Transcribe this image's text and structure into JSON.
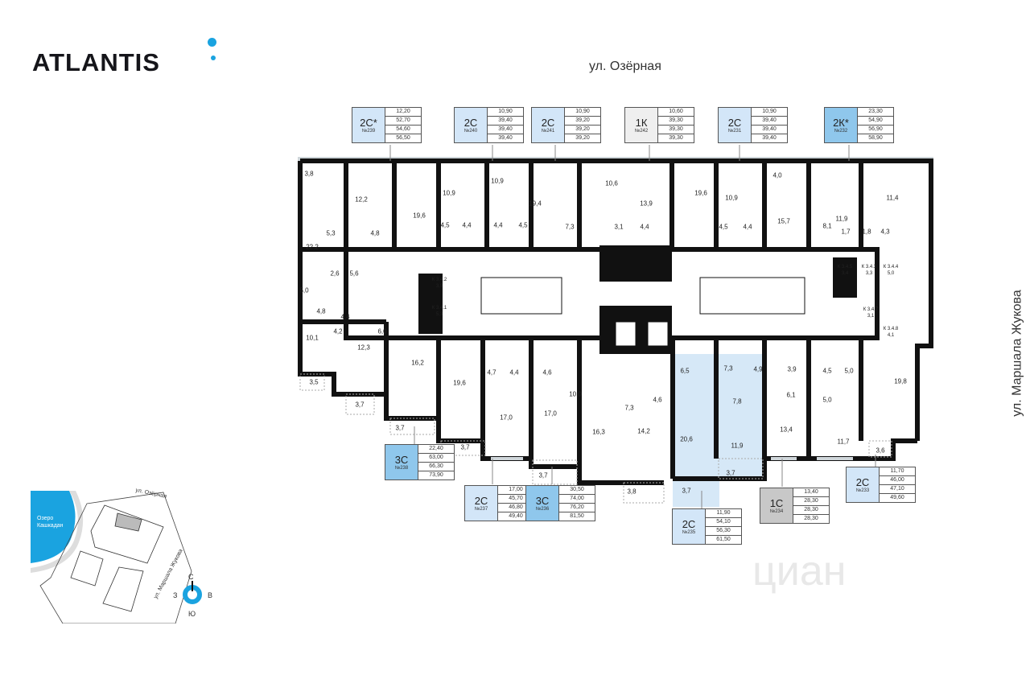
{
  "brand": {
    "logo": "ATLANTIS"
  },
  "streets": {
    "top": "ул. Озёрная",
    "right": "ул. Маршала Жукова"
  },
  "apartments": [
    {
      "type": "2С*",
      "number": "№239",
      "values": [
        "12,20",
        "52,70",
        "54,60",
        "56,50"
      ],
      "color": "#d3e6f8"
    },
    {
      "type": "2С",
      "number": "№240",
      "values": [
        "10,90",
        "39,40",
        "39,40",
        "39,40"
      ],
      "color": "#d3e6f8"
    },
    {
      "type": "2С",
      "number": "№241",
      "values": [
        "10,90",
        "39,20",
        "39,20",
        "39,20"
      ],
      "color": "#d3e6f8"
    },
    {
      "type": "1К",
      "number": "№242",
      "values": [
        "10,60",
        "39,30",
        "39,30",
        "39,30"
      ],
      "color": "#efefef"
    },
    {
      "type": "2С",
      "number": "№231",
      "values": [
        "10,90",
        "39,40",
        "39,40",
        "39,40"
      ],
      "color": "#d3e6f8"
    },
    {
      "type": "2К*",
      "number": "№232",
      "values": [
        "23,30",
        "54,90",
        "56,90",
        "58,90"
      ],
      "color": "#8fc7ec"
    },
    {
      "type": "3С",
      "number": "№238",
      "values": [
        "22,40",
        "63,00",
        "66,30",
        "73,90"
      ],
      "color": "#8fc7ec"
    },
    {
      "type": "2С",
      "number": "№237",
      "values": [
        "17,00",
        "45,70",
        "46,80",
        "49,40"
      ],
      "color": "#d3e6f8"
    },
    {
      "type": "3С",
      "number": "№236",
      "values": [
        "30,50",
        "74,00",
        "76,20",
        "81,50"
      ],
      "color": "#8fc7ec"
    },
    {
      "type": "2С",
      "number": "№235",
      "values": [
        "11,90",
        "54,10",
        "56,30",
        "61,50"
      ],
      "color": "#d3e6f8"
    },
    {
      "type": "1С",
      "number": "№234",
      "values": [
        "13,40",
        "28,30",
        "28,30",
        "28,30"
      ],
      "color": "#c8c8c8"
    },
    {
      "type": "2С",
      "number": "№233",
      "values": [
        "11,70",
        "46,00",
        "47,10",
        "49,60"
      ],
      "color": "#d3e6f8"
    }
  ],
  "rooms": [
    "3,8",
    "12,2",
    "19,6",
    "10,9",
    "10,9",
    "19,4",
    "10,6",
    "13,9",
    "19,6",
    "10,9",
    "4,0",
    "15,7",
    "11,9",
    "11,4",
    "5,3",
    "4,8",
    "4,5",
    "4,4",
    "4,4",
    "4,5",
    "7,3",
    "3,1",
    "4,4",
    "4,5",
    "4,4",
    "8,1",
    "1,7",
    "1,8",
    "4,3",
    "22,2",
    "2,6",
    "5,6",
    "5,0",
    "4,8",
    "4,4",
    "4,2",
    "6,0",
    "10,1",
    "12,3",
    "16,2",
    "19,6",
    "4,7",
    "4,4",
    "4,6",
    "10,0",
    "6,5",
    "7,3",
    "4,9",
    "3,9",
    "4,5",
    "5,0",
    "19,8",
    "17,0",
    "17,0",
    "16,3",
    "7,3",
    "4,6",
    "14,2",
    "20,6",
    "7,8",
    "11,9",
    "6,1",
    "13,4",
    "5,0",
    "11,7",
    "3,5",
    "3,7",
    "3,7",
    "3,7",
    "3,7",
    "3,8",
    "3,7",
    "3,7",
    "3,6"
  ],
  "storage": [
    {
      "code": "К 3.4.2",
      "area": "3,9"
    },
    {
      "code": "К 3.4.1",
      "area": "5,3"
    },
    {
      "code": "К 3.4.5",
      "area": "3,4"
    },
    {
      "code": "К 3.4.3",
      "area": "3,3"
    },
    {
      "code": "К 3.4.4",
      "area": "5,0"
    },
    {
      "code": "К 3.4.7",
      "area": "3,1"
    },
    {
      "code": "К 3.4.8",
      "area": "4,1"
    }
  ],
  "minimap": {
    "lake": "Озеро Кашкадан",
    "street_top": "ул. Озёрная",
    "street_right": "ул. Маршала Жукова"
  },
  "compass": {
    "n": "С",
    "s": "Ю",
    "w": "З",
    "e": "В"
  },
  "watermark": "циан"
}
